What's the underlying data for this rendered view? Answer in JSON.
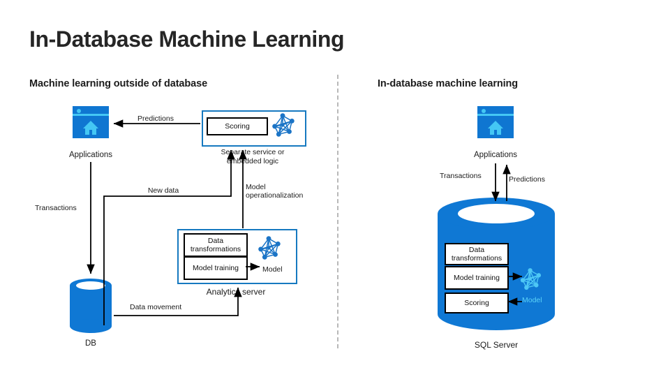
{
  "title": "In-Database Machine Learning",
  "divider": {
    "style": "dashed-vertical"
  },
  "left_panel": {
    "heading": "Machine learning outside of database",
    "applications_caption": "Applications",
    "predictions_label": "Predictions",
    "service_caption_line1": "Separate service or",
    "service_caption_line2": "embedded logic",
    "scoring_box": "Scoring",
    "new_data_label": "New data",
    "model_operationalization_line1": "Model",
    "model_operationalization_line2": "operationalization",
    "transactions_label": "Transactions",
    "analytics_server_caption": "Analytics server",
    "data_transformations_box": "Data transformations",
    "model_training_box": "Model training",
    "model_label": "Model",
    "data_movement_label": "Data movement",
    "db_caption": "DB"
  },
  "right_panel": {
    "heading": "In-database machine learning",
    "applications_caption": "Applications",
    "transactions_label": "Transactions",
    "predictions_label": "Predictions",
    "data_transformations_box": "Data transformations",
    "model_training_box": "Model training",
    "scoring_box": "Scoring",
    "model_label": "Model",
    "sql_server_caption": "SQL Server"
  },
  "colors": {
    "brand_blue": "#0f78d4",
    "light_blue": "#44c7f4",
    "box_border_blue": "#1679c0",
    "divider_gray": "#b8b8b8",
    "text_dark": "#1a1a1a"
  },
  "icons": {
    "application": "browser-window-home-icon",
    "model_network": "neural-network-graph-icon",
    "database": "database-cylinder-icon"
  }
}
